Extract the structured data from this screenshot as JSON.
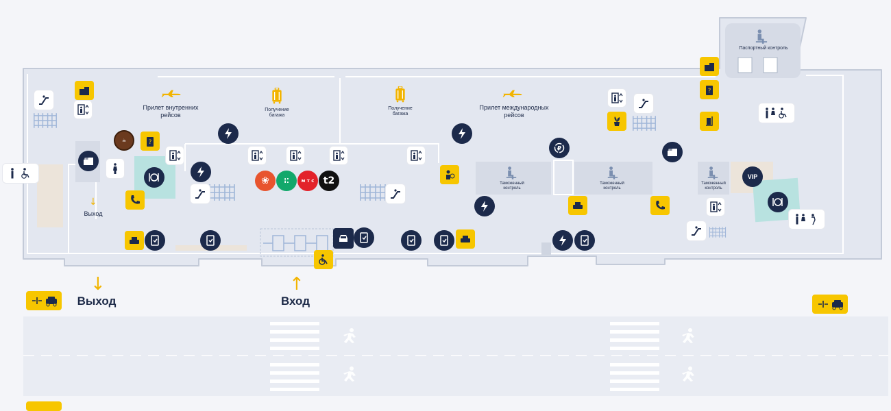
{
  "colors": {
    "background": "#f4f5f9",
    "terminal_fill": "#e3e7f0",
    "terminal_outline": "#c3cad8",
    "navy_icon": "#1c2a4b",
    "yellow_icon": "#f7c600",
    "aircraft": "#f2b400",
    "road": "#e9ecf3",
    "crossing": "#ffffff",
    "cafe_zone": "#b8e2e0",
    "utility_zone": "#ece4da"
  },
  "labels": {
    "domestic_arrivals": "Прилет внутренних рейсов",
    "international_arrivals": "Прилет международных рейсов",
    "baggage_claim_1": "Получение багажа",
    "baggage_claim_2": "Получение багажа",
    "passport_control": "Паспортный контроль",
    "customs_1": "Таможенный контроль",
    "customs_2": "Таможенный контроль",
    "customs_3": "Таможенный контроль",
    "exit_small": "Выход",
    "exit_big": "Выход",
    "entrance_big": "Вход",
    "vip": "VIP",
    "t2": "t2"
  },
  "brands": [
    {
      "name": "tulip-operator",
      "color": "#e8542e"
    },
    {
      "name": "megafon",
      "color": "#12a86b"
    },
    {
      "name": "mts",
      "color": "#e3222a"
    },
    {
      "name": "t2",
      "color": "#111111"
    }
  ],
  "icons": {
    "charging": "charging-icon",
    "restaurant": "restaurant-icon",
    "taxi": "taxi-icon",
    "phone": "phone-icon",
    "elevator": "elevator-icon",
    "escalator": "escalator-icon",
    "toilets": "toilets-icon",
    "accessible": "wheelchair-icon",
    "luggage_storage": "luggage-icon",
    "lost_luggage": "lost-luggage-icon",
    "currency_exchange": "currency-exchange-icon",
    "car_rental": "car-icon",
    "self_service": "self-service-kiosk-icon",
    "customs_officer": "customs-officer-icon",
    "passport_officer": "passport-officer-icon",
    "pedestrian": "pedestrian-icon",
    "taxi_stand": "taxi-rank-icon"
  }
}
